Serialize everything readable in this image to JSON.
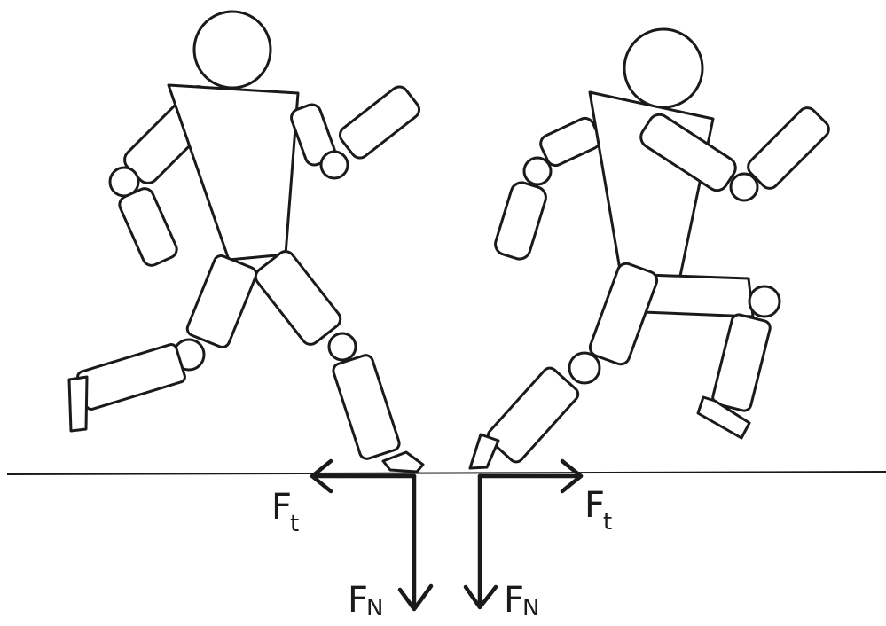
{
  "diagram": {
    "labels": {
      "friction_left": {
        "main": "F",
        "sub": "t"
      },
      "friction_right": {
        "main": "F",
        "sub": "t"
      },
      "normal_left": {
        "main": "F",
        "sub": "N"
      },
      "normal_right": {
        "main": "F",
        "sub": "N"
      }
    },
    "colors": {
      "ink": "#1a1a1a",
      "background": "#ffffff"
    }
  }
}
